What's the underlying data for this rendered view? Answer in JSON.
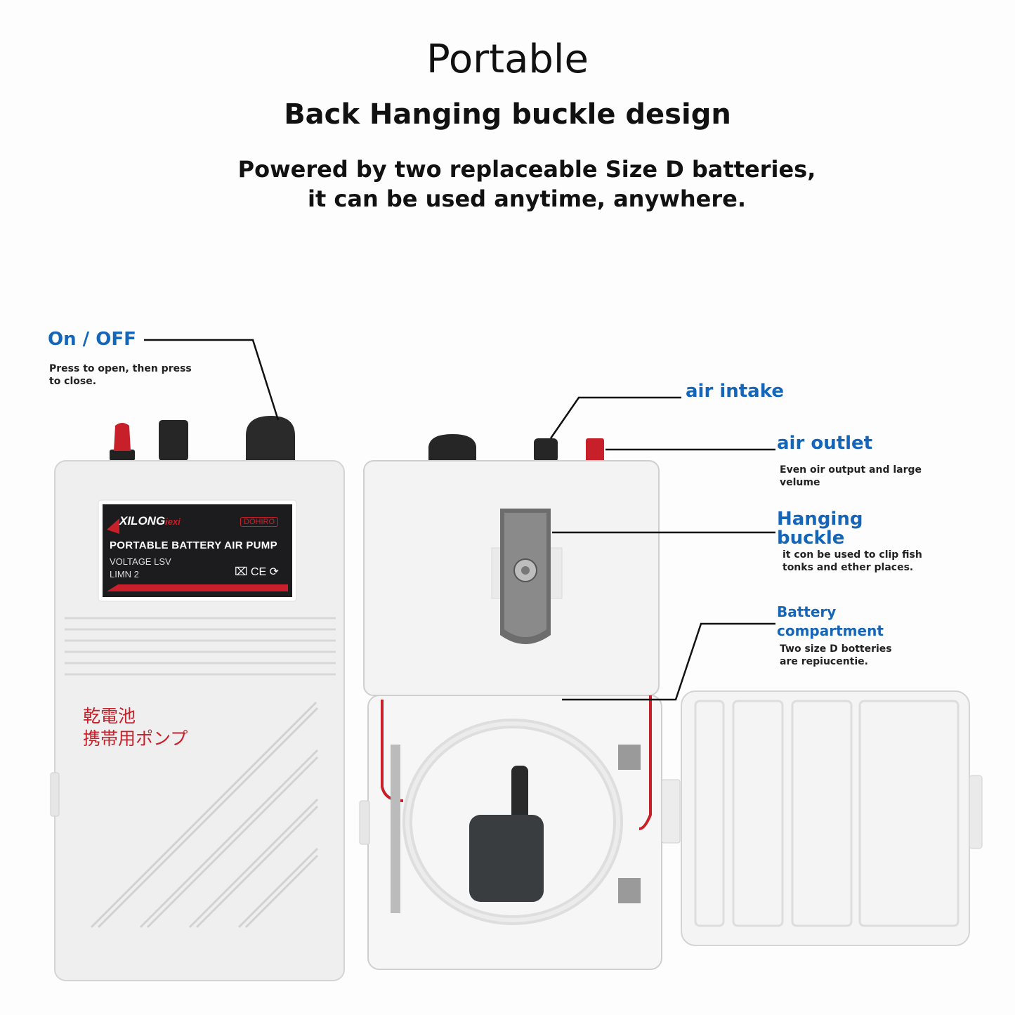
{
  "header": {
    "title": "Portable",
    "subtitle": "Back Hanging buckle design",
    "description_line1": "Powered by two replaceable Size D batteries,",
    "description_line2": "it can be used anytime, anywhere."
  },
  "callouts": {
    "onoff": {
      "label": "On / OFF",
      "note": "Press to open, then press to close."
    },
    "air_intake": {
      "label": "air intake"
    },
    "air_outlet": {
      "label": "air outlet",
      "note": "Even oir output and large velume"
    },
    "hanging_buckle": {
      "label_line1": "Hanging",
      "label_line2": "buckle",
      "note": "it con be used to clip fish tonks and ether places."
    },
    "battery": {
      "label_line1": "Battery",
      "label_line2": "compartment",
      "note": "Two size D botteries are repiucentie."
    }
  },
  "product_label": {
    "brand": "XILONG",
    "brand_suffix": "iexi",
    "badge": "DOHIRO",
    "name": "PORTABLE BATTERY AIR PUMP",
    "voltage": "VOLTAGE LSV",
    "model": "LIMN 2",
    "marks": "⌧ CE ⟳"
  },
  "japanese_text": {
    "line1": "乾電池",
    "line2": "携帯用ポンプ"
  },
  "colors": {
    "callout_blue": "#1566b8",
    "label_red": "#c8202a",
    "label_dark": "#1c1c1e",
    "body_white": "#f2f2f2"
  }
}
